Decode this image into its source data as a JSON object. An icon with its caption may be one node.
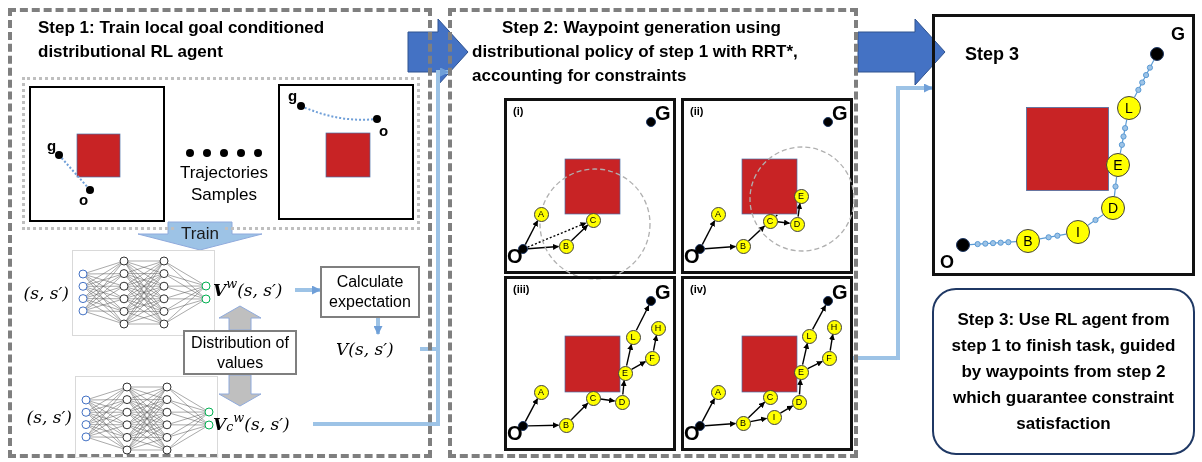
{
  "diagram": {
    "nodes": [
      {
        "text": [
          "Step 1: Train local goal conditioned distributional RL agent"
        ]
      },
      {
        "text": [
          "Trajectories Samples"
        ],
        "in": 0
      },
      {
        "text": [
          "g",
          "o"
        ],
        "in": 1
      },
      {
        "text": [
          "g",
          "o"
        ],
        "in": 1
      },
      {
        "text": [],
        "shape": "picture",
        "beside": [
          "(s, s′)"
        ],
        "in": 0
      },
      {
        "text": [
          "**V**$^{w}$(s, s′)"
        ],
        "in": 0
      },
      {
        "text": [
          "Calculate expectation"
        ],
        "in": 0
      },
      {
        "text": [
          "V(s, s′)"
        ],
        "in": 0
      },
      {
        "text": [
          "Distribution of values"
        ],
        "in": 0
      },
      {
        "text": [],
        "shape": "picture",
        "beside": [
          "(s, s′)"
        ],
        "in": 0
      },
      {
        "text": [
          "**V**$_{c}$$^{w}$(s, s′)"
        ],
        "in": 0
      },
      {
        "text": [
          "Step 2: Waypoint generation using distributional policy of step 1 with RRT*, accounting for constraints"
        ]
      },
      {
        "text": [
          "(i)"
        ],
        "in": 11
      },
      {
        "text": [
          "(ii)"
        ],
        "in": 11
      },
      {
        "text": [
          "(iii)"
        ],
        "in": 11
      },
      {
        "text": [
          "(iv)"
        ],
        "in": 11
      },
      {
        "text": [],
        "shape": "circle",
        "beside": [
          "O"
        ],
        "in": 12
      },
      {
        "text": [],
        "shape": "circle",
        "beside": [
          "G"
        ],
        "in": 12
      },
      {
        "text": [
          "A"
        ],
        "in": 12
      },
      {
        "text": [
          "B"
        ],
        "in": 12
      },
      {
        "text": [
          "C"
        ],
        "in": 12
      },
      {
        "text": [],
        "shape": "circle",
        "beside": [
          "O"
        ],
        "in": 13
      },
      {
        "text": [],
        "shape": "circle",
        "beside": [
          "G"
        ],
        "in": 13
      },
      {
        "text": [
          "A"
        ],
        "in": 13
      },
      {
        "text": [
          "B"
        ],
        "in": 13
      },
      {
        "text": [
          "C"
        ],
        "in": 13
      },
      {
        "text": [
          "D"
        ],
        "in": 13
      },
      {
        "text": [
          "E"
        ],
        "in": 13
      },
      {
        "text": [],
        "shape": "circle",
        "beside": [
          "O"
        ],
        "in": 14
      },
      {
        "text": [],
        "shape": "circle",
        "beside": [
          "G"
        ],
        "in": 14
      },
      {
        "text": [
          "A"
        ],
        "in": 14
      },
      {
        "text": [
          "B"
        ],
        "in": 14
      },
      {
        "text": [
          "C"
        ],
        "in": 14
      },
      {
        "text": [
          "D"
        ],
        "in": 14
      },
      {
        "text": [
          "E"
        ],
        "in": 14
      },
      {
        "text": [
          "F"
        ],
        "in": 14
      },
      {
        "text": [
          "H"
        ],
        "in": 14
      },
      {
        "text": [
          "L"
        ],
        "in": 14
      },
      {
        "text": [],
        "shape": "circle",
        "beside": [
          "O"
        ],
        "in": 15
      },
      {
        "text": [],
        "shape": "circle",
        "beside": [
          "G"
        ],
        "in": 15
      },
      {
        "text": [
          "A"
        ],
        "in": 15
      },
      {
        "text": [
          "B"
        ],
        "in": 15
      },
      {
        "text": [
          "C"
        ],
        "in": 15
      },
      {
        "text": [
          "I"
        ],
        "in": 15
      },
      {
        "text": [
          "D"
        ],
        "in": 15
      },
      {
        "text": [
          "E"
        ],
        "in": 15
      },
      {
        "text": [
          "F"
        ],
        "in": 15
      },
      {
        "text": [
          "H"
        ],
        "in": 15
      },
      {
        "text": [
          "L"
        ],
        "in": 15
      },
      {
        "text": [
          "Step 3"
        ]
      },
      {
        "text": [],
        "shape": "circle",
        "beside": [
          "O"
        ],
        "in": 49
      },
      {
        "text": [
          "B"
        ],
        "in": 49
      },
      {
        "text": [
          "I"
        ],
        "in": 49
      },
      {
        "text": [
          "D"
        ],
        "in": 49
      },
      {
        "text": [
          "E"
        ],
        "in": 49
      },
      {
        "text": [
          "L"
        ],
        "in": 49
      },
      {
        "text": [],
        "shape": "circle",
        "beside": [
          "G"
        ],
        "in": 49
      },
      {
        "text": [
          "Step 3: Use RL agent from step 1 to finish task, guided by waypoints from step 2 which guarantee constraint satisfaction"
        ]
      }
    ],
    "edges": [
      {
        "from": 0,
        "to": 11,
        "arrow": "to",
        "style": "thick",
        "color": "#4472c4"
      },
      {
        "from": 11,
        "to": 49,
        "arrow": "to",
        "style": "thick",
        "color": "#4472c4"
      },
      {
        "from": 1,
        "to": 4,
        "arrow": "to",
        "label": "Train",
        "style": "thick",
        "color": "#9dc3e6"
      },
      {
        "from": 5,
        "to": 6,
        "arrow": "to",
        "style": "thick",
        "color": "#9dc3e6"
      },
      {
        "from": 6,
        "to": 7,
        "arrow": "to",
        "style": "thick",
        "color": "#9dc3e6"
      },
      {
        "from": 8,
        "to": 5,
        "arrow": "to",
        "style": "thick",
        "color": "#bfbfbf"
      },
      {
        "from": 8,
        "to": 10,
        "arrow": "to",
        "style": "thick",
        "color": "#bfbfbf"
      },
      {
        "from": 7,
        "to": 11,
        "arrow": "to",
        "style": "thick",
        "color": "#9dc3e6"
      },
      {
        "from": 10,
        "to": 11,
        "arrow": "to",
        "style": "thick",
        "color": "#9dc3e6"
      },
      {
        "from": 15,
        "to": 49,
        "arrow": "to",
        "style": "thick",
        "color": "#9dc3e6"
      },
      {
        "from": 16,
        "to": 18,
        "arrow": "to"
      },
      {
        "from": 16,
        "to": 19,
        "arrow": "to"
      },
      {
        "from": 19,
        "to": 20,
        "arrow": "to"
      },
      {
        "from": 16,
        "to": 20,
        "arrow": "to",
        "style": "dashed"
      },
      {
        "from": 21,
        "to": 23,
        "arrow": "to"
      },
      {
        "from": 21,
        "to": 24,
        "arrow": "to"
      },
      {
        "from": 24,
        "to": 25,
        "arrow": "to"
      },
      {
        "from": 25,
        "to": 26,
        "arrow": "to"
      },
      {
        "from": 26,
        "to": 27,
        "arrow": "to"
      },
      {
        "from": 25,
        "to": 27,
        "arrow": "to",
        "style": "dashed"
      },
      {
        "from": 28,
        "to": 30,
        "arrow": "to"
      },
      {
        "from": 28,
        "to": 31,
        "arrow": "to"
      },
      {
        "from": 31,
        "to": 32,
        "arrow": "to"
      },
      {
        "from": 32,
        "to": 33,
        "arrow": "to"
      },
      {
        "from": 33,
        "to": 34,
        "arrow": "to"
      },
      {
        "from": 34,
        "to": 37,
        "arrow": "to"
      },
      {
        "from": 37,
        "to": 29,
        "arrow": "to"
      },
      {
        "from": 34,
        "to": 35,
        "arrow": "to"
      },
      {
        "from": 35,
        "to": 36,
        "arrow": "to"
      },
      {
        "from": 38,
        "to": 40,
        "arrow": "to"
      },
      {
        "from": 38,
        "to": 41,
        "arrow": "to"
      },
      {
        "from": 41,
        "to": 42,
        "arrow": "to"
      },
      {
        "from": 41,
        "to": 43,
        "arrow": "to"
      },
      {
        "from": 43,
        "to": 44,
        "arrow": "to"
      },
      {
        "from": 44,
        "to": 45,
        "arrow": "to"
      },
      {
        "from": 45,
        "to": 48,
        "arrow": "to"
      },
      {
        "from": 48,
        "to": 39,
        "arrow": "to"
      },
      {
        "from": 45,
        "to": 46,
        "arrow": "to"
      },
      {
        "from": 46,
        "to": 47,
        "arrow": "to"
      },
      {
        "from": 50,
        "to": 51,
        "arrow": "none",
        "color": "#5b9bd5"
      },
      {
        "from": 51,
        "to": 52,
        "arrow": "none",
        "color": "#5b9bd5"
      },
      {
        "from": 52,
        "to": 53,
        "arrow": "none",
        "color": "#5b9bd5"
      },
      {
        "from": 53,
        "to": 54,
        "arrow": "none",
        "color": "#5b9bd5"
      },
      {
        "from": 54,
        "to": 55,
        "arrow": "none",
        "color": "#5b9bd5"
      },
      {
        "from": 55,
        "to": 56,
        "arrow": "none",
        "color": "#5b9bd5"
      }
    ]
  }
}
